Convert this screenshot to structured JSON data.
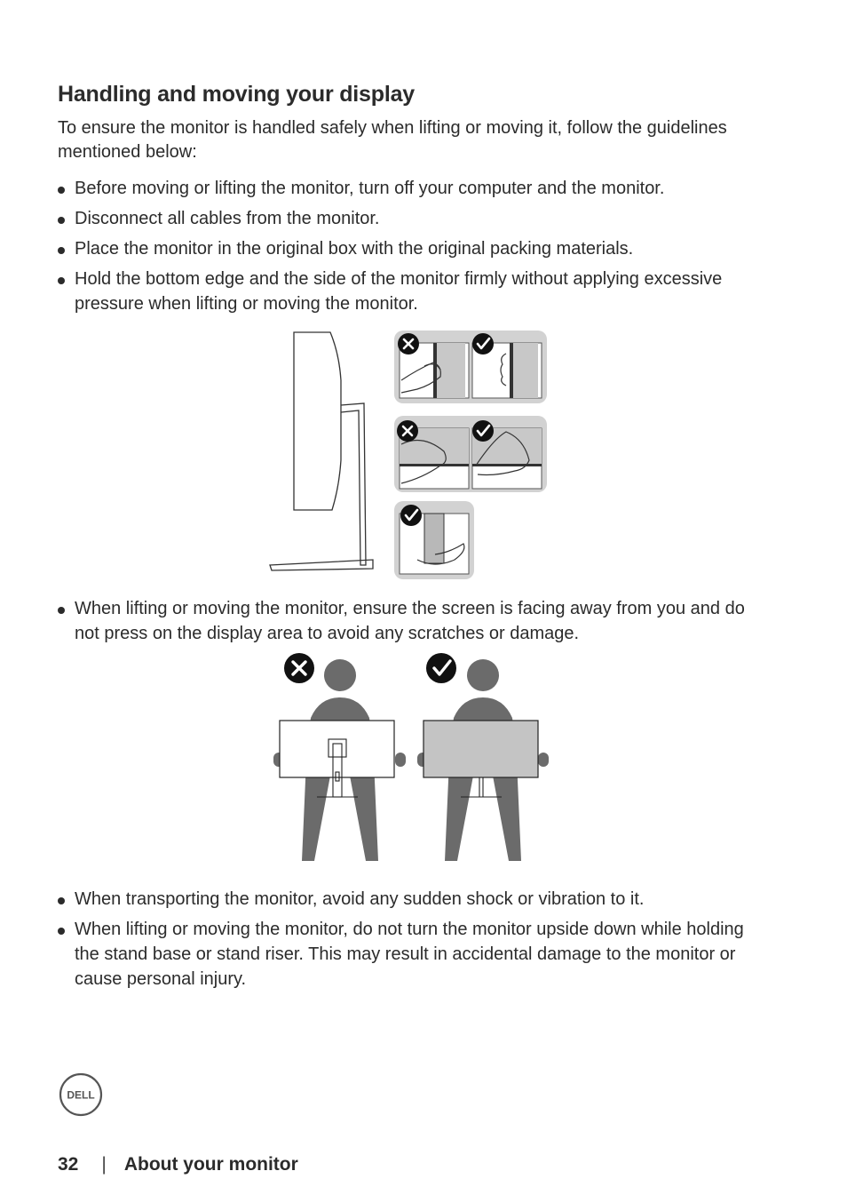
{
  "title": "Handling and moving your display",
  "intro": "To ensure the monitor is handled safely when lifting or moving it, follow the guidelines mentioned below:",
  "bullets_top": [
    "Before moving or lifting the monitor, turn off your computer and the monitor.",
    "Disconnect all cables from the monitor.",
    "Place the monitor in the original box with the original packing materials.",
    "Hold the bottom edge and the side of the monitor firmly without applying excessive pressure when lifting or moving the monitor."
  ],
  "bullets_middle": [
    "When lifting or moving the monitor, ensure the screen is facing away from you and do not press on the display area to avoid any scratches or damage."
  ],
  "bullets_bottom": [
    "When transporting the monitor, avoid any sudden shock or vibration to it.",
    "When lifting or moving the monitor, do not turn the monitor upside down while holding the stand base or stand riser. This may result in accidental damage to the monitor or cause personal injury."
  ],
  "logo_text": "DELL",
  "footer": {
    "page_number": "32",
    "separator": "|",
    "section": "About your monitor"
  }
}
